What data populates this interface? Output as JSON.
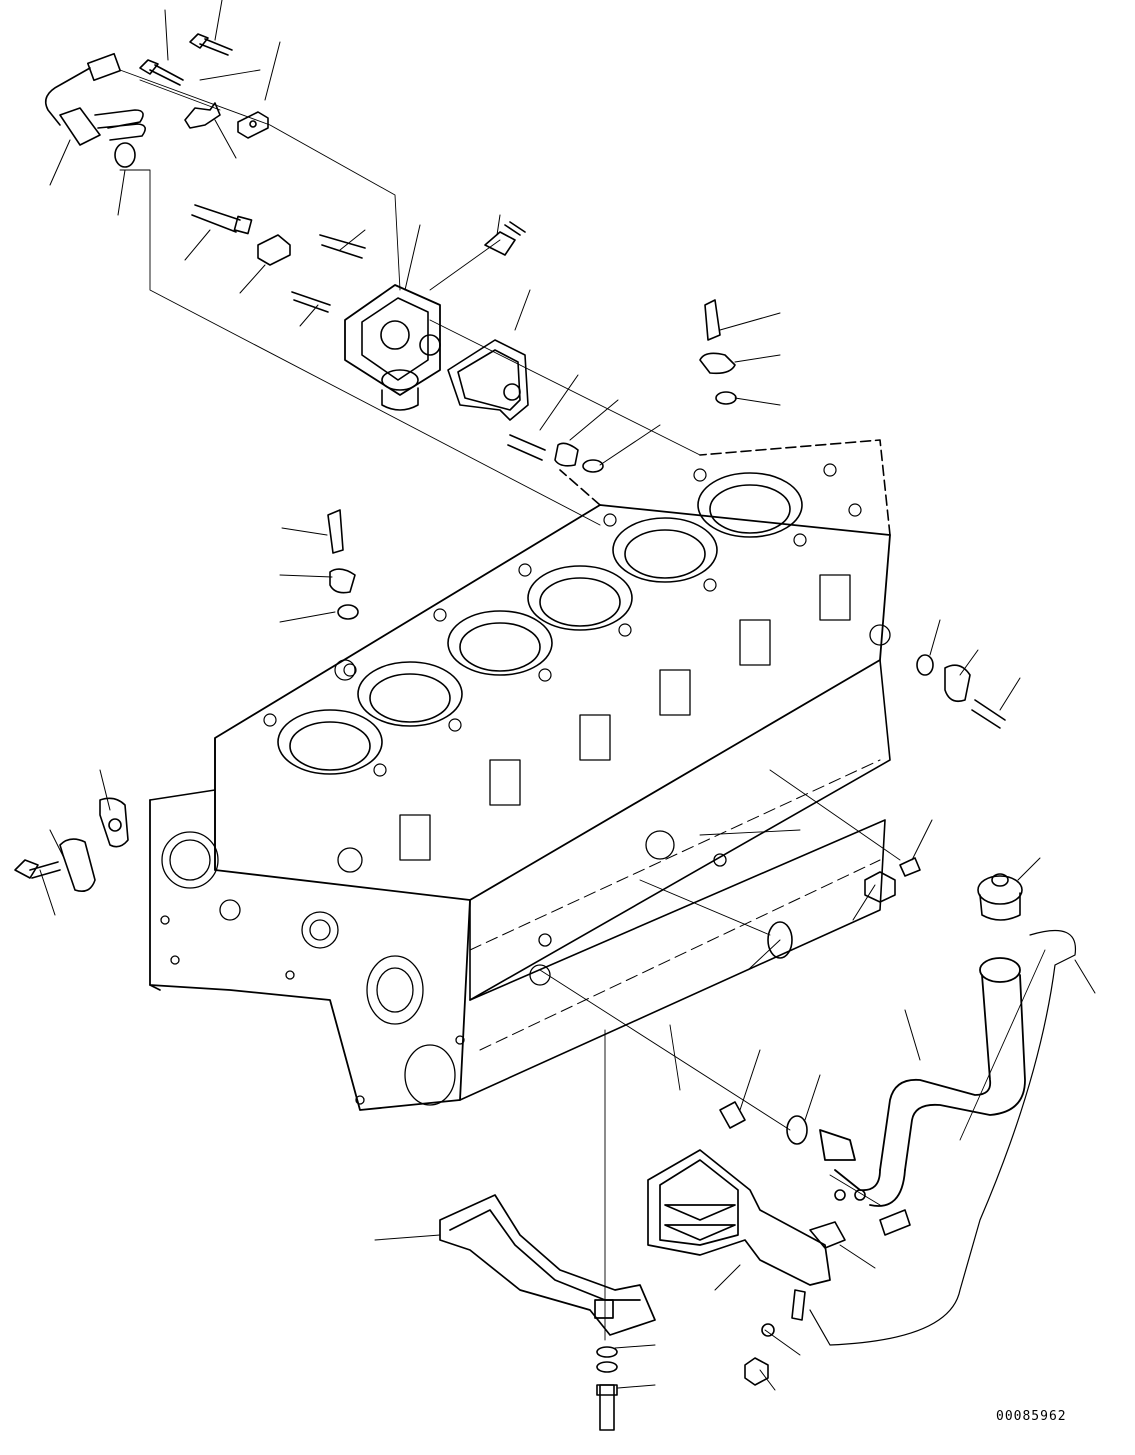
{
  "drawing": {
    "code": "00085962",
    "ink_color": "#000000",
    "paper_color": "#ffffff",
    "components": [
      "temperature-sensor-harness",
      "thermostat-housing",
      "thermostat-gasket",
      "cylinder-block",
      "oil-filler-tube",
      "oil-filler-cap",
      "oil-pan-bracket",
      "engine-support-bracket",
      "oil-pressure-sensor"
    ]
  }
}
